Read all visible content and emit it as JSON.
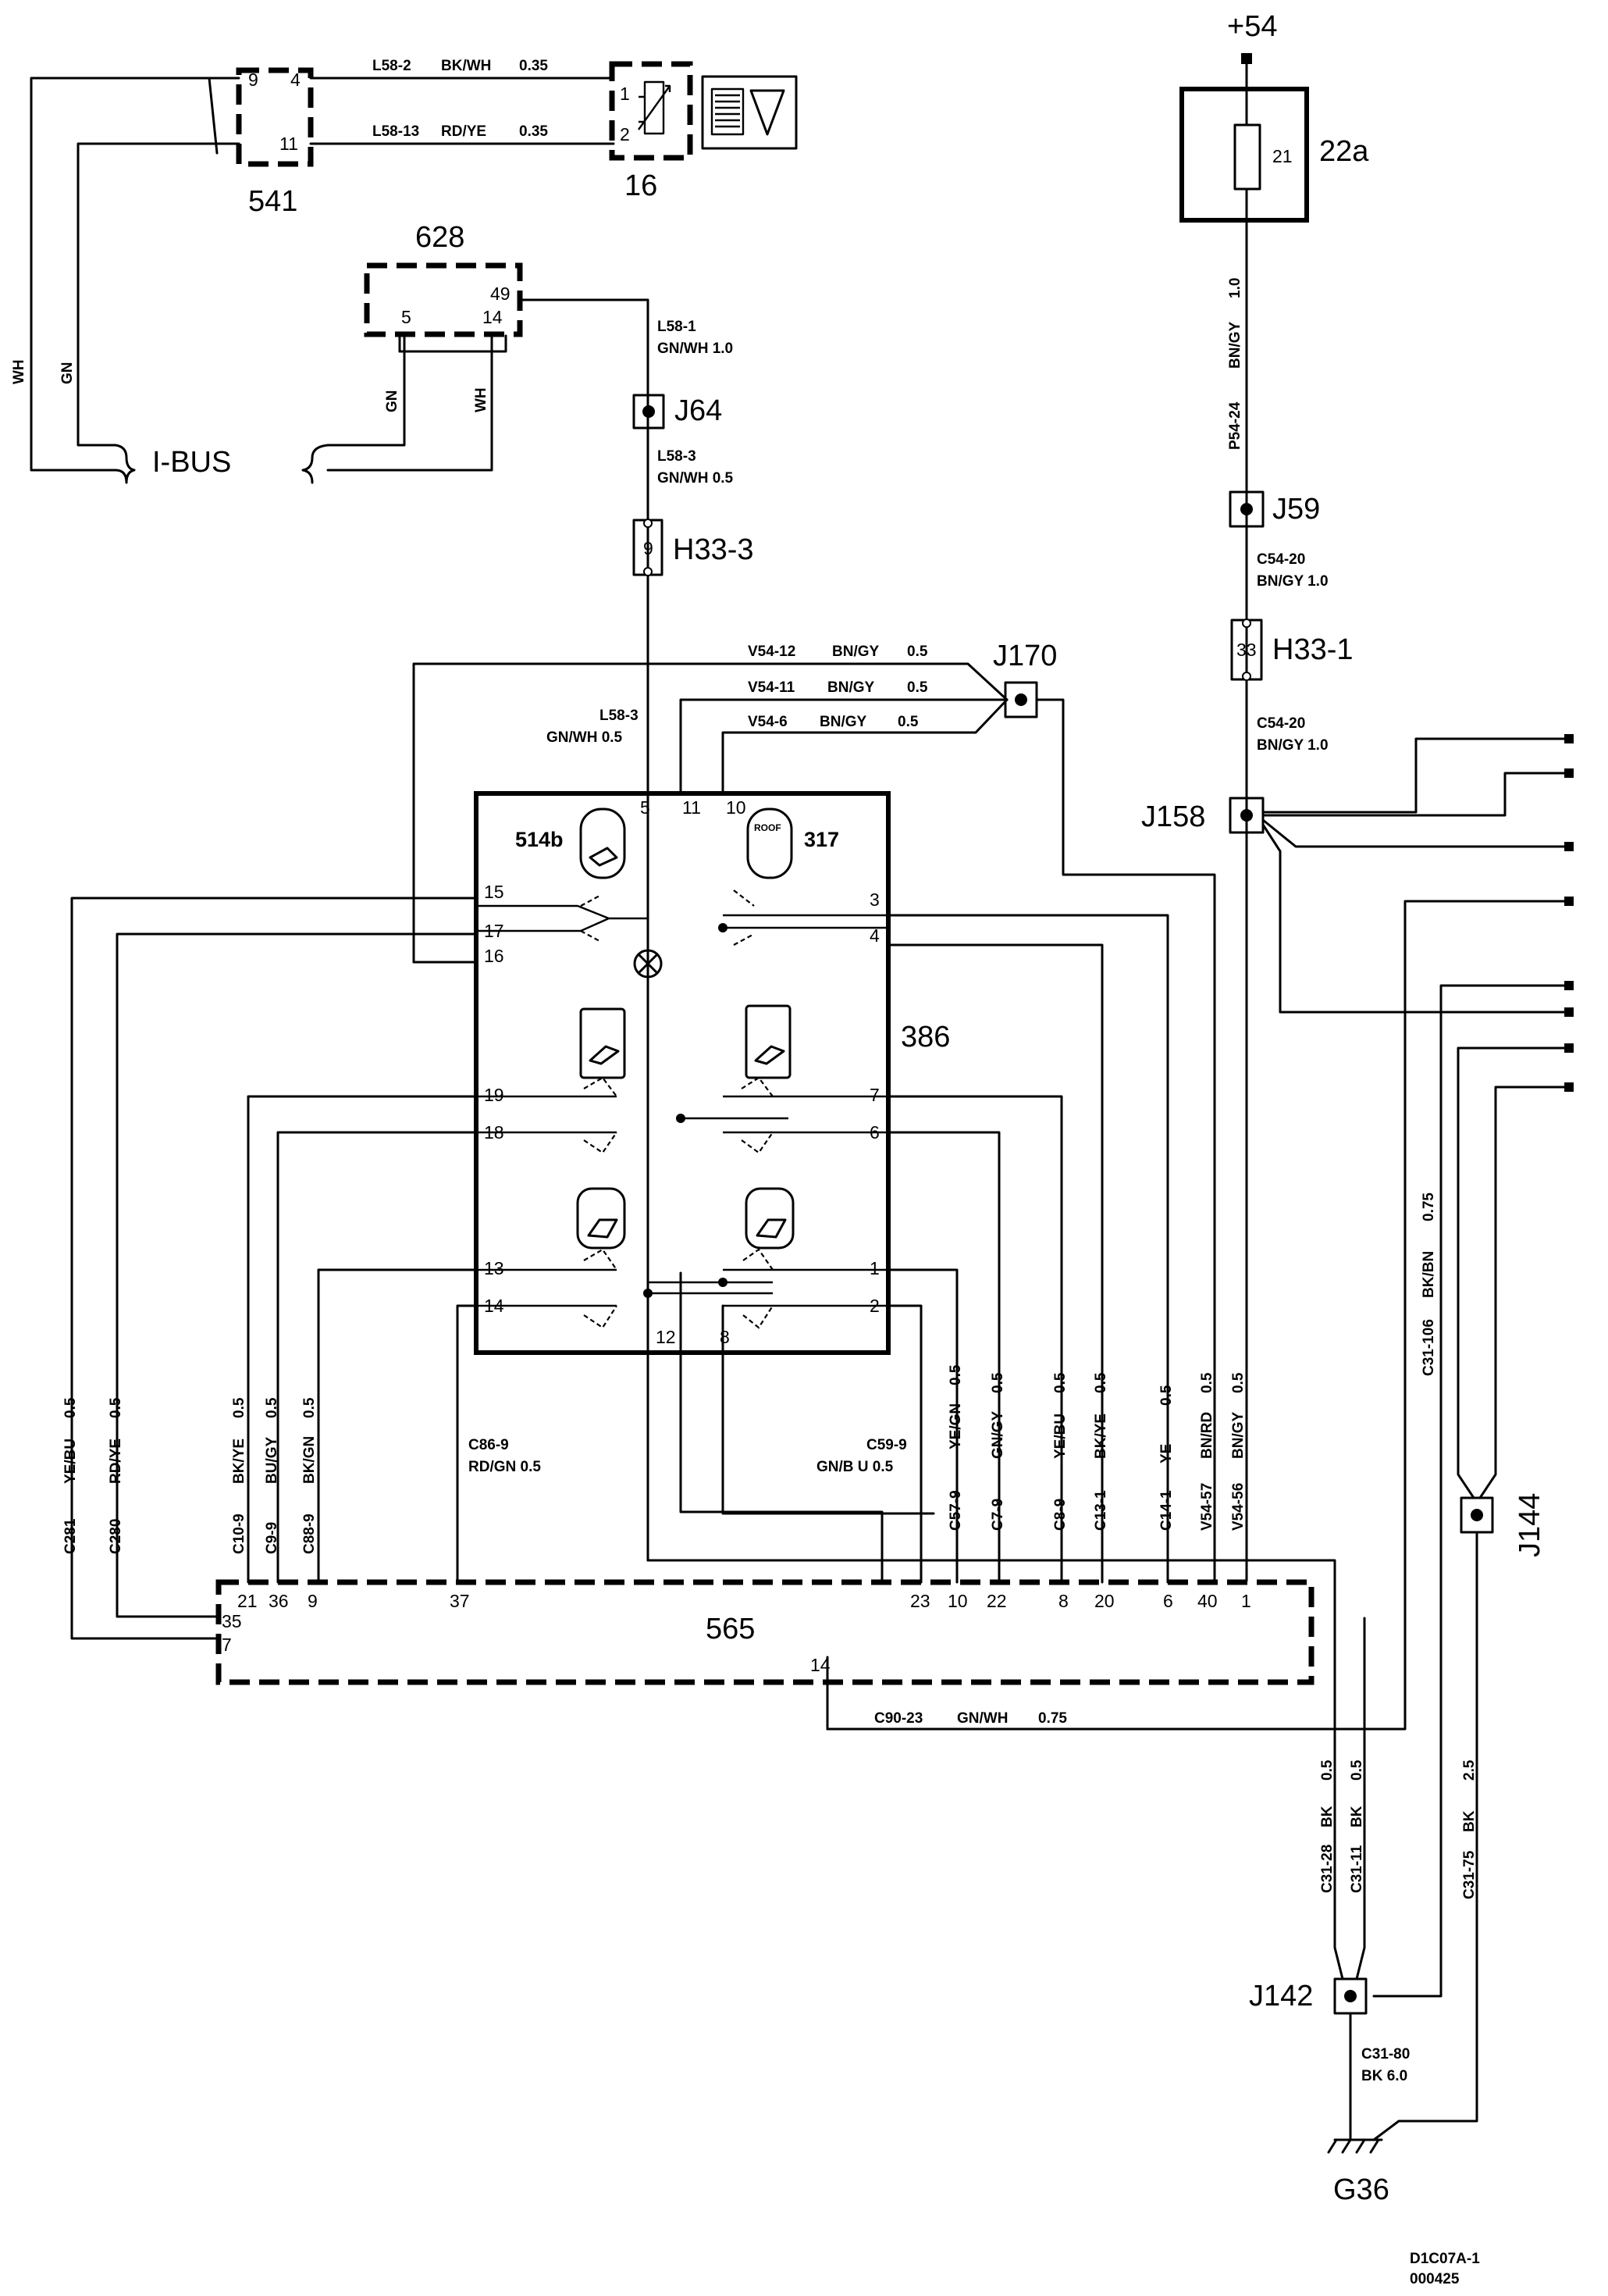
{
  "components": {
    "c541": "541",
    "c16": "16",
    "c628": "628",
    "c22a": "22a",
    "fuse": "21",
    "c386": "386",
    "c514b": "514b",
    "c317": "317",
    "roof": "ROOF",
    "c565": "565",
    "g36": "G36",
    "plus54": "+54",
    "ibus": "I-BUS"
  },
  "junctions": {
    "j64": "J64",
    "j59": "J59",
    "j170": "J170",
    "j158": "J158",
    "j144": "J144",
    "j142": "J142",
    "h33_3": "H33-3",
    "h33_1": "H33-1",
    "h33_3_pin": "9",
    "h33_1_pin": "33"
  },
  "pins": {
    "p541_9": "9",
    "p541_4": "4",
    "p541_11": "11",
    "p16_1": "1",
    "p16_2": "2",
    "p628_49": "49",
    "p628_5": "5",
    "p628_14": "14",
    "p386_5": "5",
    "p386_11": "11",
    "p386_10": "10",
    "p386_15": "15",
    "p386_17": "17",
    "p386_16": "16",
    "p386_19": "19",
    "p386_18": "18",
    "p386_13": "13",
    "p386_14": "14",
    "p386_3": "3",
    "p386_4": "4",
    "p386_7": "7",
    "p386_6": "6",
    "p386_1": "1",
    "p386_2": "2",
    "p386_12": "12",
    "p386_8": "8",
    "p565_21": "21",
    "p565_36": "36",
    "p565_9": "9",
    "p565_37": "37",
    "p565_23": "23",
    "p565_10": "10",
    "p565_22": "22",
    "p565_8": "8",
    "p565_20": "20",
    "p565_6": "6",
    "p565_40": "40",
    "p565_1": "1",
    "p565_35": "35",
    "p565_7": "7",
    "p565_14": "14"
  },
  "wires": {
    "l58_2": "L58-2",
    "l58_2_col": "BK/WH",
    "l58_2_sz": "0.35",
    "l58_13": "L58-13",
    "l58_13_col": "RD/YE",
    "l58_13_sz": "0.35",
    "wh1": "WH",
    "gn1": "GN",
    "gn2": "GN",
    "wh2": "WH",
    "l58_1": "L58-1",
    "l58_1_colsz": "GN/WH  1.0",
    "l58_3a": "L58-3",
    "l58_3a_colsz": "GN/WH  0.5",
    "l58_3b": "L58-3",
    "l58_3b_colsz": "GN/WH  0.5",
    "v54_12": "V54-12",
    "v54_12_col": "BN/GY",
    "v54_12_sz": "0.5",
    "v54_11": "V54-11",
    "v54_11_col": "BN/GY",
    "v54_11_sz": "0.5",
    "v54_6": "V54-6",
    "v54_6_col": "BN/GY",
    "v54_6_sz": "0.5",
    "p54_24": "P54-24",
    "p54_24_col": "BN/GY",
    "p54_24_sz": "1.0",
    "c54_20a": "C54-20",
    "c54_20a_colsz": "BN/GY  1.0",
    "c54_20b": "C54-20",
    "c54_20b_colsz": "BN/GY  1.0",
    "c281": "C281",
    "c281_col": "YE/BU",
    "c281_sz": "0.5",
    "c280": "C280",
    "c280_col": "RD/YE",
    "c280_sz": "0.5",
    "c10_9": "C10-9",
    "c10_9_col": "BK/YE",
    "c10_9_sz": "0.5",
    "c9_9": "C9-9",
    "c9_9_col": "BU/GY",
    "c9_9_sz": "0.5",
    "c88_9": "C88-9",
    "c88_9_col": "BK/GN",
    "c88_9_sz": "0.5",
    "c86_9": "C86-9",
    "c86_9_colsz": "RD/GN   0.5",
    "c59_9": "C59-9",
    "c59_9_colsz": "GN/B U   0.5",
    "c57_9": "C57-9",
    "c57_9_col": "YE/GN",
    "c57_9_sz": "0.5",
    "c7_9": "C7-9",
    "c7_9_col": "GN/GY",
    "c7_9_sz": "0.5",
    "c8_9": "C8-9",
    "c8_9_col": "YE/BU",
    "c8_9_sz": "0.5",
    "c13_1": "C13-1",
    "c13_1_col": "BK/YE",
    "c13_1_sz": "0.5",
    "c14_1": "C14-1",
    "c14_1_col": "YE",
    "c14_1_sz": "0.5",
    "v54_57": "V54-57",
    "v54_57_col": "BN/RD",
    "v54_57_sz": "0.5",
    "v54_56": "V54-56",
    "v54_56_col": "BN/GY",
    "v54_56_sz": "0.5",
    "c31_106": "C31-106",
    "c31_106_col": "BK/BN",
    "c31_106_sz": "0.75",
    "c90_23": "C90-23",
    "c90_23_col": "GN/WH",
    "c90_23_sz": "0.75",
    "c31_28": "C31-28",
    "c31_28_col": "BK",
    "c31_28_sz": "0.5",
    "c31_11": "C31-11",
    "c31_11_col": "BK",
    "c31_11_sz": "0.5",
    "c31_75": "C31-75",
    "c31_75_col": "BK",
    "c31_75_sz": "2.5",
    "c31_80": "C31-80",
    "c31_80_colsz": "BK   6.0"
  },
  "footer": {
    "code": "D1C07A-1",
    "date": "000425"
  }
}
